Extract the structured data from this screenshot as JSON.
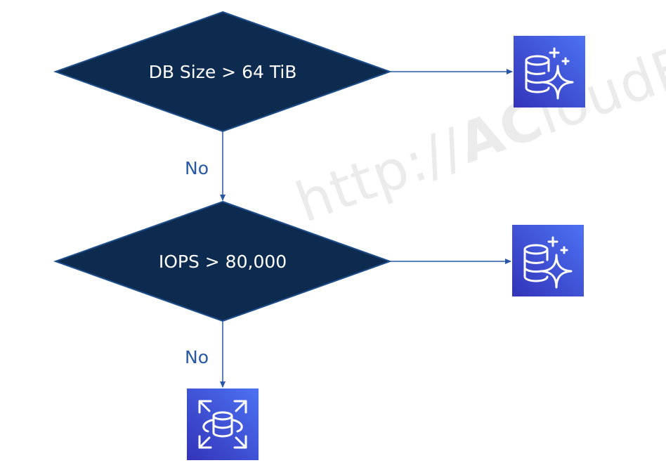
{
  "watermark": {
    "prefix": "http://",
    "brand_bold": "AC",
    "brand_rest": "loudFo"
  },
  "decisions": [
    {
      "label": "DB Size > 64 TiB"
    },
    {
      "label": "IOPS > 80,000"
    }
  ],
  "edges": [
    {
      "label": "No"
    },
    {
      "label": "No"
    }
  ],
  "icons": [
    {
      "name": "aurora-database-icon"
    },
    {
      "name": "aurora-database-icon"
    },
    {
      "name": "rds-database-icon"
    }
  ],
  "colors": {
    "diamond_fill": "#0c2b4f",
    "diamond_stroke": "#1f4e8c",
    "arrow": "#2757a8",
    "icon_gradient_top": "#4d72f3",
    "icon_gradient_bottom": "#3334b9"
  }
}
